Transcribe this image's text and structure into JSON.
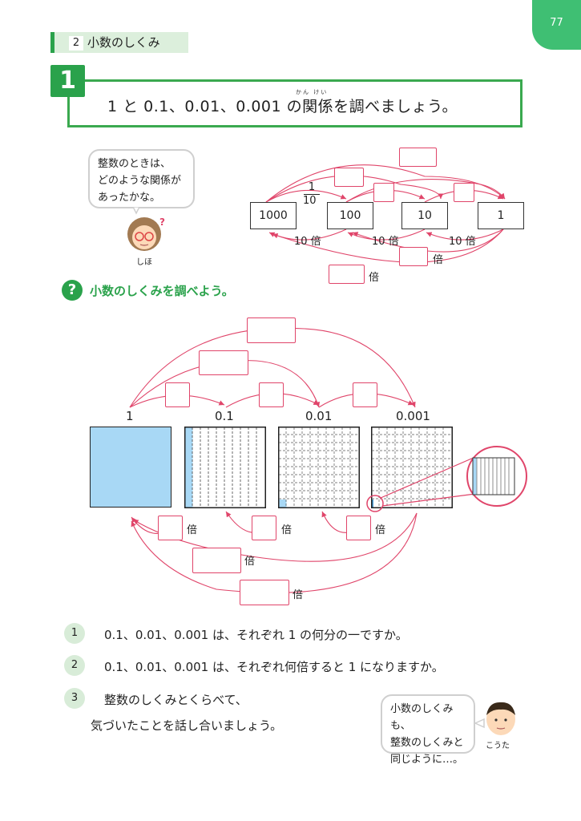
{
  "page_number": "77",
  "section": {
    "number": "2",
    "title": "小数のしくみ"
  },
  "problem": {
    "number": "1",
    "text": "1 と 0.1、0.01、0.001 の関係を調べましょう。",
    "ruby": "かん けい"
  },
  "shiho": {
    "bubble_lines": [
      "整数のときは、",
      "どのような関係が",
      "あったかな。"
    ],
    "name": "しほ"
  },
  "integer_diagram": {
    "values": [
      "1000",
      "100",
      "10",
      "1"
    ],
    "fraction_num": "1",
    "fraction_den": "10",
    "times_label": "10 倍",
    "bai": "倍"
  },
  "question_prompt": {
    "icon": "?",
    "text": "小数のしくみを調べよう。"
  },
  "decimal_diagram": {
    "labels": [
      "1",
      "0.1",
      "0.01",
      "0.001"
    ],
    "bai": "倍",
    "square_fill": "#a8d8f5"
  },
  "questions": [
    {
      "num": "1",
      "text": "0.1、0.01、0.001 は、それぞれ 1 の何分の一ですか。"
    },
    {
      "num": "2",
      "text": "0.1、0.01、0.001 は、それぞれ何倍すると 1 になりますか。"
    },
    {
      "num": "3",
      "text": "整数のしくみとくらべて、",
      "text2": "気づいたことを話し合いましょう。"
    }
  ],
  "kouta": {
    "bubble_lines": [
      "小数のしくみも、",
      "整数のしくみと",
      "同じように…。"
    ],
    "name": "こうた"
  },
  "colors": {
    "accent_green": "#2aa24b",
    "arrow_red": "#e0456a",
    "fill_blue": "#a8d8f5"
  }
}
